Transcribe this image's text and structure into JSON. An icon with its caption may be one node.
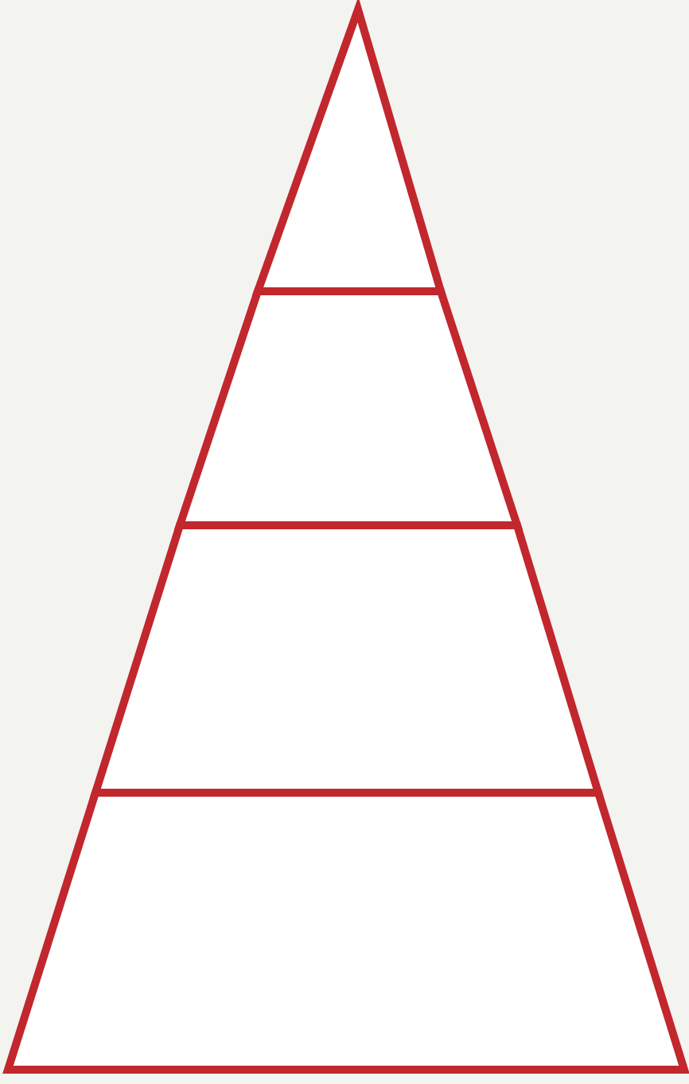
{
  "diagram": {
    "nodes": [
      {
        "text": [],
        "shape": "triangle"
      },
      {
        "text": [],
        "shape": "band"
      },
      {
        "text": [],
        "shape": "band"
      },
      {
        "text": [],
        "shape": "band"
      }
    ]
  }
}
